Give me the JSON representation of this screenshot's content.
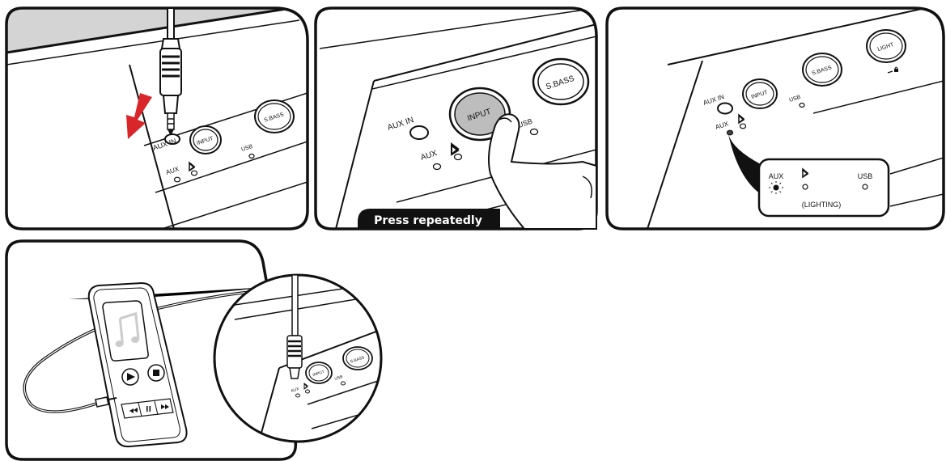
{
  "panel1": {
    "aux_in": "AUX IN",
    "input": "INPUT",
    "sbass": "S.BASS",
    "usb": "USB",
    "aux": "AUX"
  },
  "panel2": {
    "aux_in": "AUX IN",
    "input": "INPUT",
    "sbass": "S.BASS",
    "usb": "USB",
    "aux": "AUX",
    "badge": "Press repeatedly"
  },
  "panel3": {
    "aux_in": "AUX IN",
    "input": "INPUT",
    "sbass": "S.BASS",
    "usb": "USB",
    "aux": "AUX",
    "light": "LIGHT",
    "callout": {
      "aux": "AUX",
      "usb": "USB",
      "lighting": "(LIGHTING)"
    }
  },
  "panel4": {
    "input": "INPUT",
    "sbass": "S.BASS",
    "usb": "USB",
    "aux": "AUX"
  },
  "icons": {
    "bluetooth": "bluetooth-icon",
    "music": "music-note-icon",
    "play": "play-icon",
    "stop": "stop-icon",
    "rewind": "rewind-icon",
    "pause": "pause-icon",
    "fast_forward": "fast-forward-icon",
    "arrow": "down-arrow-icon",
    "finger": "finger-icon",
    "lock": "lock-icon"
  },
  "colors": {
    "arrow": "#d9262a",
    "badge": "#111111",
    "top_gray": "#d4d4d4",
    "pressed_button": "#bdbdbd"
  }
}
